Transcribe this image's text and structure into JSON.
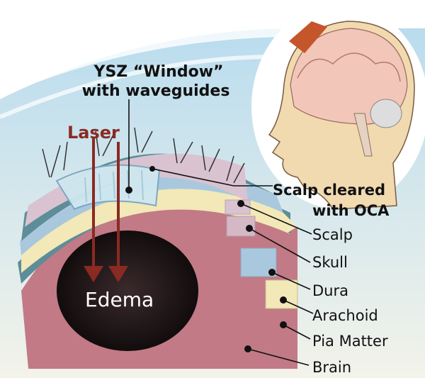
{
  "title_lines": [
    "YSZ  “Window”",
    "with waveguides"
  ],
  "laser_label": "Laser",
  "edema_label": "Edema",
  "callout_lines": [
    "Scalp cleared",
    "with OCA"
  ],
  "layer_labels": [
    "Scalp",
    "Skull",
    "Dura",
    "Arachoid",
    "Pia Matter",
    "Brain"
  ],
  "colors": {
    "laser": "#8a2a22",
    "edema": "#1a1214",
    "scalp": "#d9c3d1",
    "skull": "#a9c8de",
    "dura": "#f2e8b8",
    "brain": "#c27a86"
  }
}
